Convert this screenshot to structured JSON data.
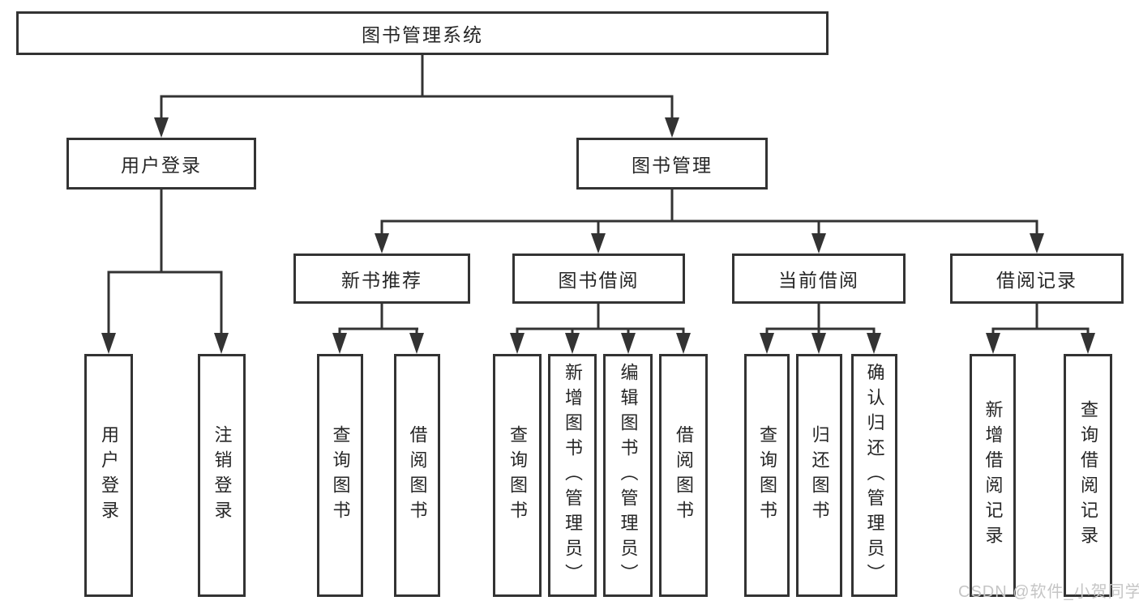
{
  "diagram": {
    "nodes": {
      "root": "图书管理系统",
      "user_login": "用户登录",
      "book_mgmt": "图书管理",
      "new_book_rec": "新书推荐",
      "book_borrow": "图书借阅",
      "current_borrow": "当前借阅",
      "borrow_records": "借阅记录",
      "leaf_user_login": "用户登录",
      "leaf_logout": "注销登录",
      "leaf_query_book_newrec": "查询图书",
      "leaf_borrow_book_newrec": "借阅图书",
      "leaf_query_book_borrow": "查询图书",
      "leaf_add_book_admin": "新增图书（管理员）",
      "leaf_edit_book_admin": "编辑图书（管理员）",
      "leaf_borrow_book_borrow": "借阅图书",
      "leaf_query_book_current": "查询图书",
      "leaf_return_book": "归还图书",
      "leaf_confirm_return_admin": "确认归还（管理员）",
      "leaf_add_borrow_record": "新增借阅记录",
      "leaf_query_borrow_record": "查询借阅记录"
    },
    "hierarchy": {
      "图书管理系统": [
        "用户登录",
        "图书管理"
      ],
      "用户登录": [
        "用户登录",
        "注销登录"
      ],
      "图书管理": [
        "新书推荐",
        "图书借阅",
        "当前借阅",
        "借阅记录"
      ],
      "新书推荐": [
        "查询图书",
        "借阅图书"
      ],
      "图书借阅": [
        "查询图书",
        "新增图书（管理员）",
        "编辑图书（管理员）",
        "借阅图书"
      ],
      "当前借阅": [
        "查询图书",
        "归还图书",
        "确认归还（管理员）"
      ],
      "借阅记录": [
        "新增借阅记录",
        "查询借阅记录"
      ]
    },
    "watermark": "CSDN @软件_小贺同学",
    "colors": {
      "line": "#333333",
      "box_border": "#333333",
      "box_fill": "#ffffff",
      "text": "#262626",
      "watermark": "#c5c5c5",
      "background": "#ffffff"
    }
  }
}
